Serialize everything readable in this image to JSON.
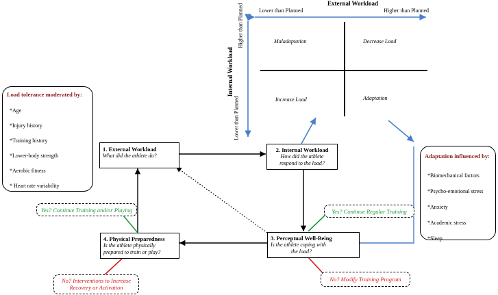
{
  "quadrant": {
    "title": "External Workload",
    "x_low": "Lower than Planned",
    "x_high": "Higher than Planned",
    "y_title": "Internal Workload",
    "y_high": "Higher than Planned",
    "y_low": "Lower than Planned",
    "q_top_left": "Maladaptation",
    "q_top_right": "Decrease Load",
    "q_bottom_left": "Increase Load",
    "q_bottom_right": "Adaptation"
  },
  "load_tolerance": {
    "title": "Load tolerance moderated by:",
    "items": [
      "*Age",
      "*Injury history",
      "*Training history",
      "*Lower-body strength",
      "*Aerobic fitness",
      "* Heart rate variability"
    ]
  },
  "adaptation_influences": {
    "title": "Adaptation influenced by:",
    "items": [
      "*Biomechanical factors",
      "*Psycho-emotional stress",
      "*Anxiety",
      "*Academic stress",
      "*Sleep"
    ]
  },
  "steps": {
    "s1": {
      "title": "1. External Workload",
      "question": "What did the athlete do?"
    },
    "s2": {
      "title": "2. Internal Workload",
      "question_l1": "How did the athlete",
      "question_l2": "respond to the load?"
    },
    "s3": {
      "title": "3. Perceptual Well-Being",
      "question_l1": "Is the athlete coping with",
      "question_l2": "the load?"
    },
    "s4": {
      "title": "4. Physical Preparedness",
      "question_l1": "Is the athlete physically",
      "question_l2": "prepared to train or play?"
    }
  },
  "decisions": {
    "yes_continue_playing": "Yes? Continue Training and/or Playing",
    "yes_regular_training": "Yes? Continue Regular Training",
    "no_interventions_l1": "No? Interventions to Increase",
    "no_interventions_l2": "Recovery or Activation",
    "no_modify": "No? Modify Training Program"
  },
  "colors": {
    "blue": "#4a7fc8",
    "green": "#1f9a3c",
    "red": "#d01a1a",
    "title_red": "#8b1a1a"
  }
}
